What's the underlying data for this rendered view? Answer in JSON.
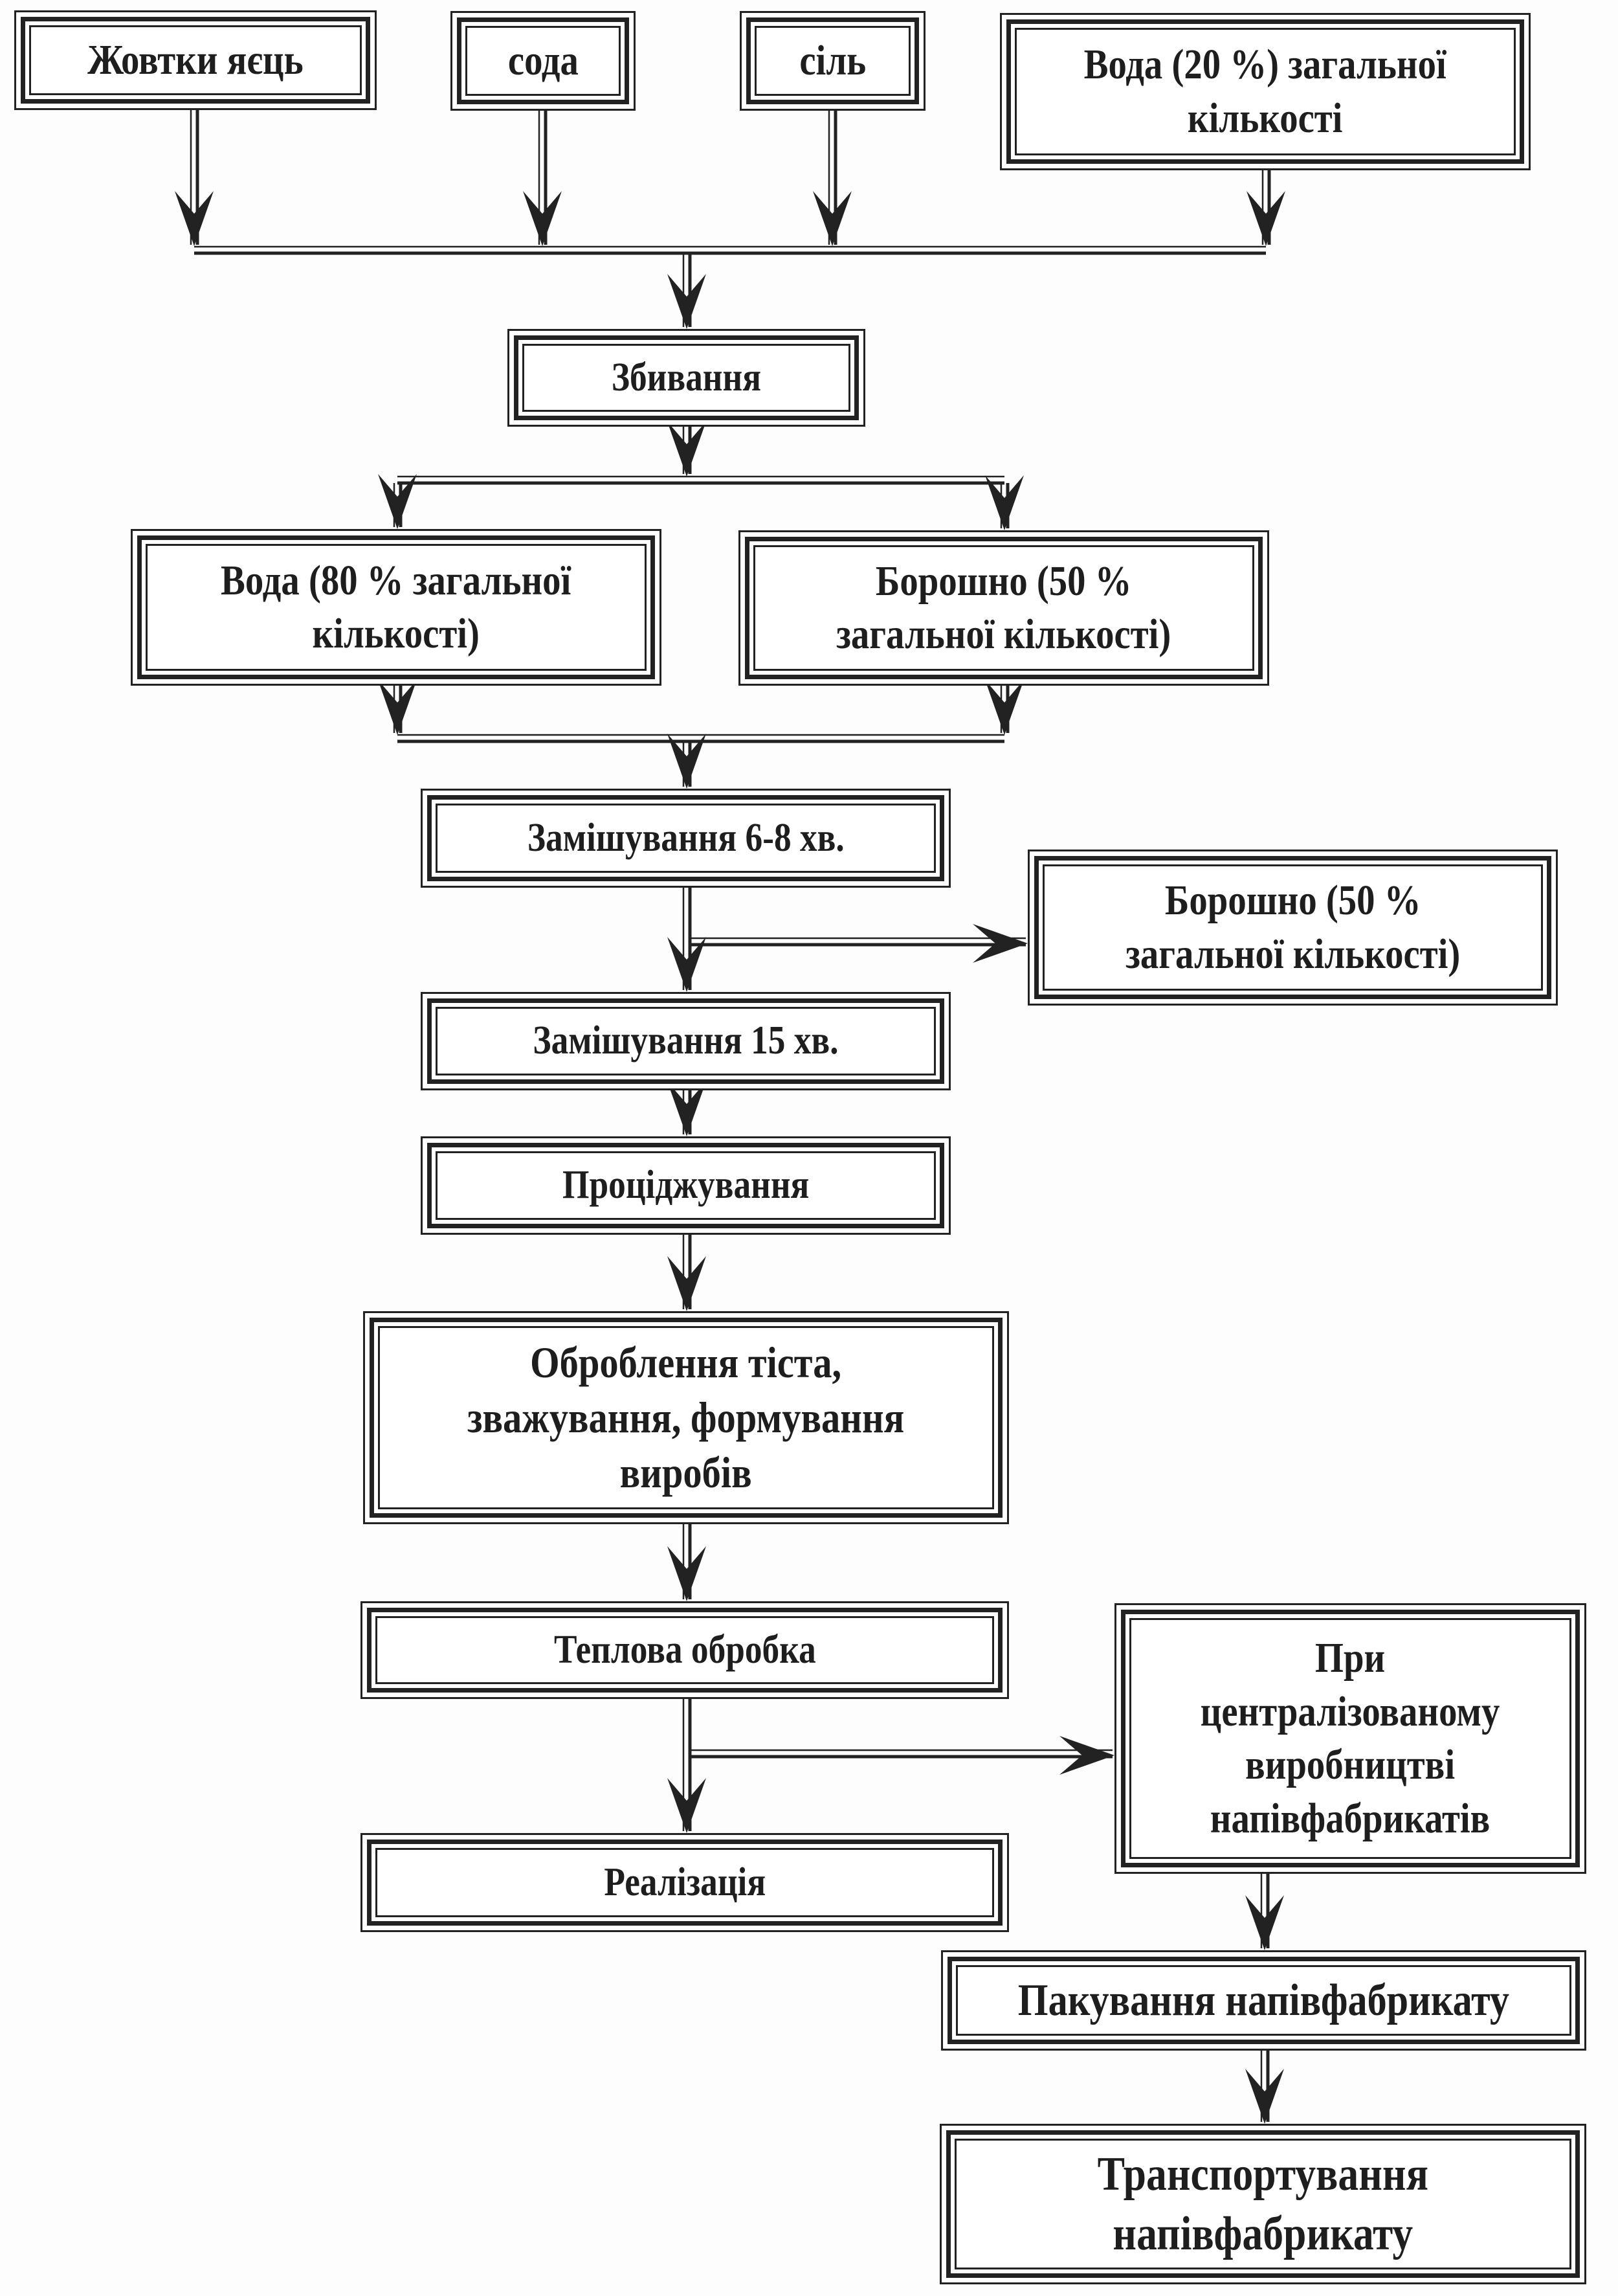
{
  "diagram": {
    "type": "flowchart",
    "title": "",
    "nodes": [
      {
        "id": "yolks",
        "label": "Жовтки яєць"
      },
      {
        "id": "soda",
        "label": "сода"
      },
      {
        "id": "salt",
        "label": "сіль"
      },
      {
        "id": "water20",
        "label": "Вода (20 %) загальної\nкількості"
      },
      {
        "id": "whipping",
        "label": "Збивання"
      },
      {
        "id": "water80",
        "label": "Вода (80 % загальної\nкількості)"
      },
      {
        "id": "flour50a",
        "label": "Борошно (50 %\nзагальної кількості)"
      },
      {
        "id": "mixing68",
        "label": "Замішування 6-8 хв."
      },
      {
        "id": "flour50b",
        "label": "Борошно (50 %\nзагальної кількості)"
      },
      {
        "id": "mixing15",
        "label": "Замішування 15 хв."
      },
      {
        "id": "straining",
        "label": "Проціджування"
      },
      {
        "id": "processing",
        "label": "Оброблення тіста,\nзважування, формування\nвиробів"
      },
      {
        "id": "heat",
        "label": "Теплова обробка"
      },
      {
        "id": "centralized",
        "label": "При\nцентралізованому\nвиробництві\nнапівфабрикатів"
      },
      {
        "id": "sale",
        "label": "Реалізація"
      },
      {
        "id": "packing",
        "label": "Пакування напівфабрикату"
      },
      {
        "id": "transport",
        "label": "Транспортування\nнапівфабрикату"
      }
    ],
    "edges": [
      {
        "from": "yolks",
        "to": "whipping"
      },
      {
        "from": "soda",
        "to": "whipping"
      },
      {
        "from": "salt",
        "to": "whipping"
      },
      {
        "from": "water20",
        "to": "whipping"
      },
      {
        "from": "whipping",
        "to": "water80"
      },
      {
        "from": "whipping",
        "to": "flour50a"
      },
      {
        "from": "water80",
        "to": "mixing68"
      },
      {
        "from": "flour50a",
        "to": "mixing68"
      },
      {
        "from": "mixing68",
        "to": "flour50b"
      },
      {
        "from": "mixing68",
        "to": "mixing15"
      },
      {
        "from": "mixing15",
        "to": "straining"
      },
      {
        "from": "straining",
        "to": "processing"
      },
      {
        "from": "processing",
        "to": "heat"
      },
      {
        "from": "heat",
        "to": "centralized"
      },
      {
        "from": "heat",
        "to": "sale"
      },
      {
        "from": "centralized",
        "to": "packing"
      },
      {
        "from": "packing",
        "to": "transport"
      }
    ]
  }
}
